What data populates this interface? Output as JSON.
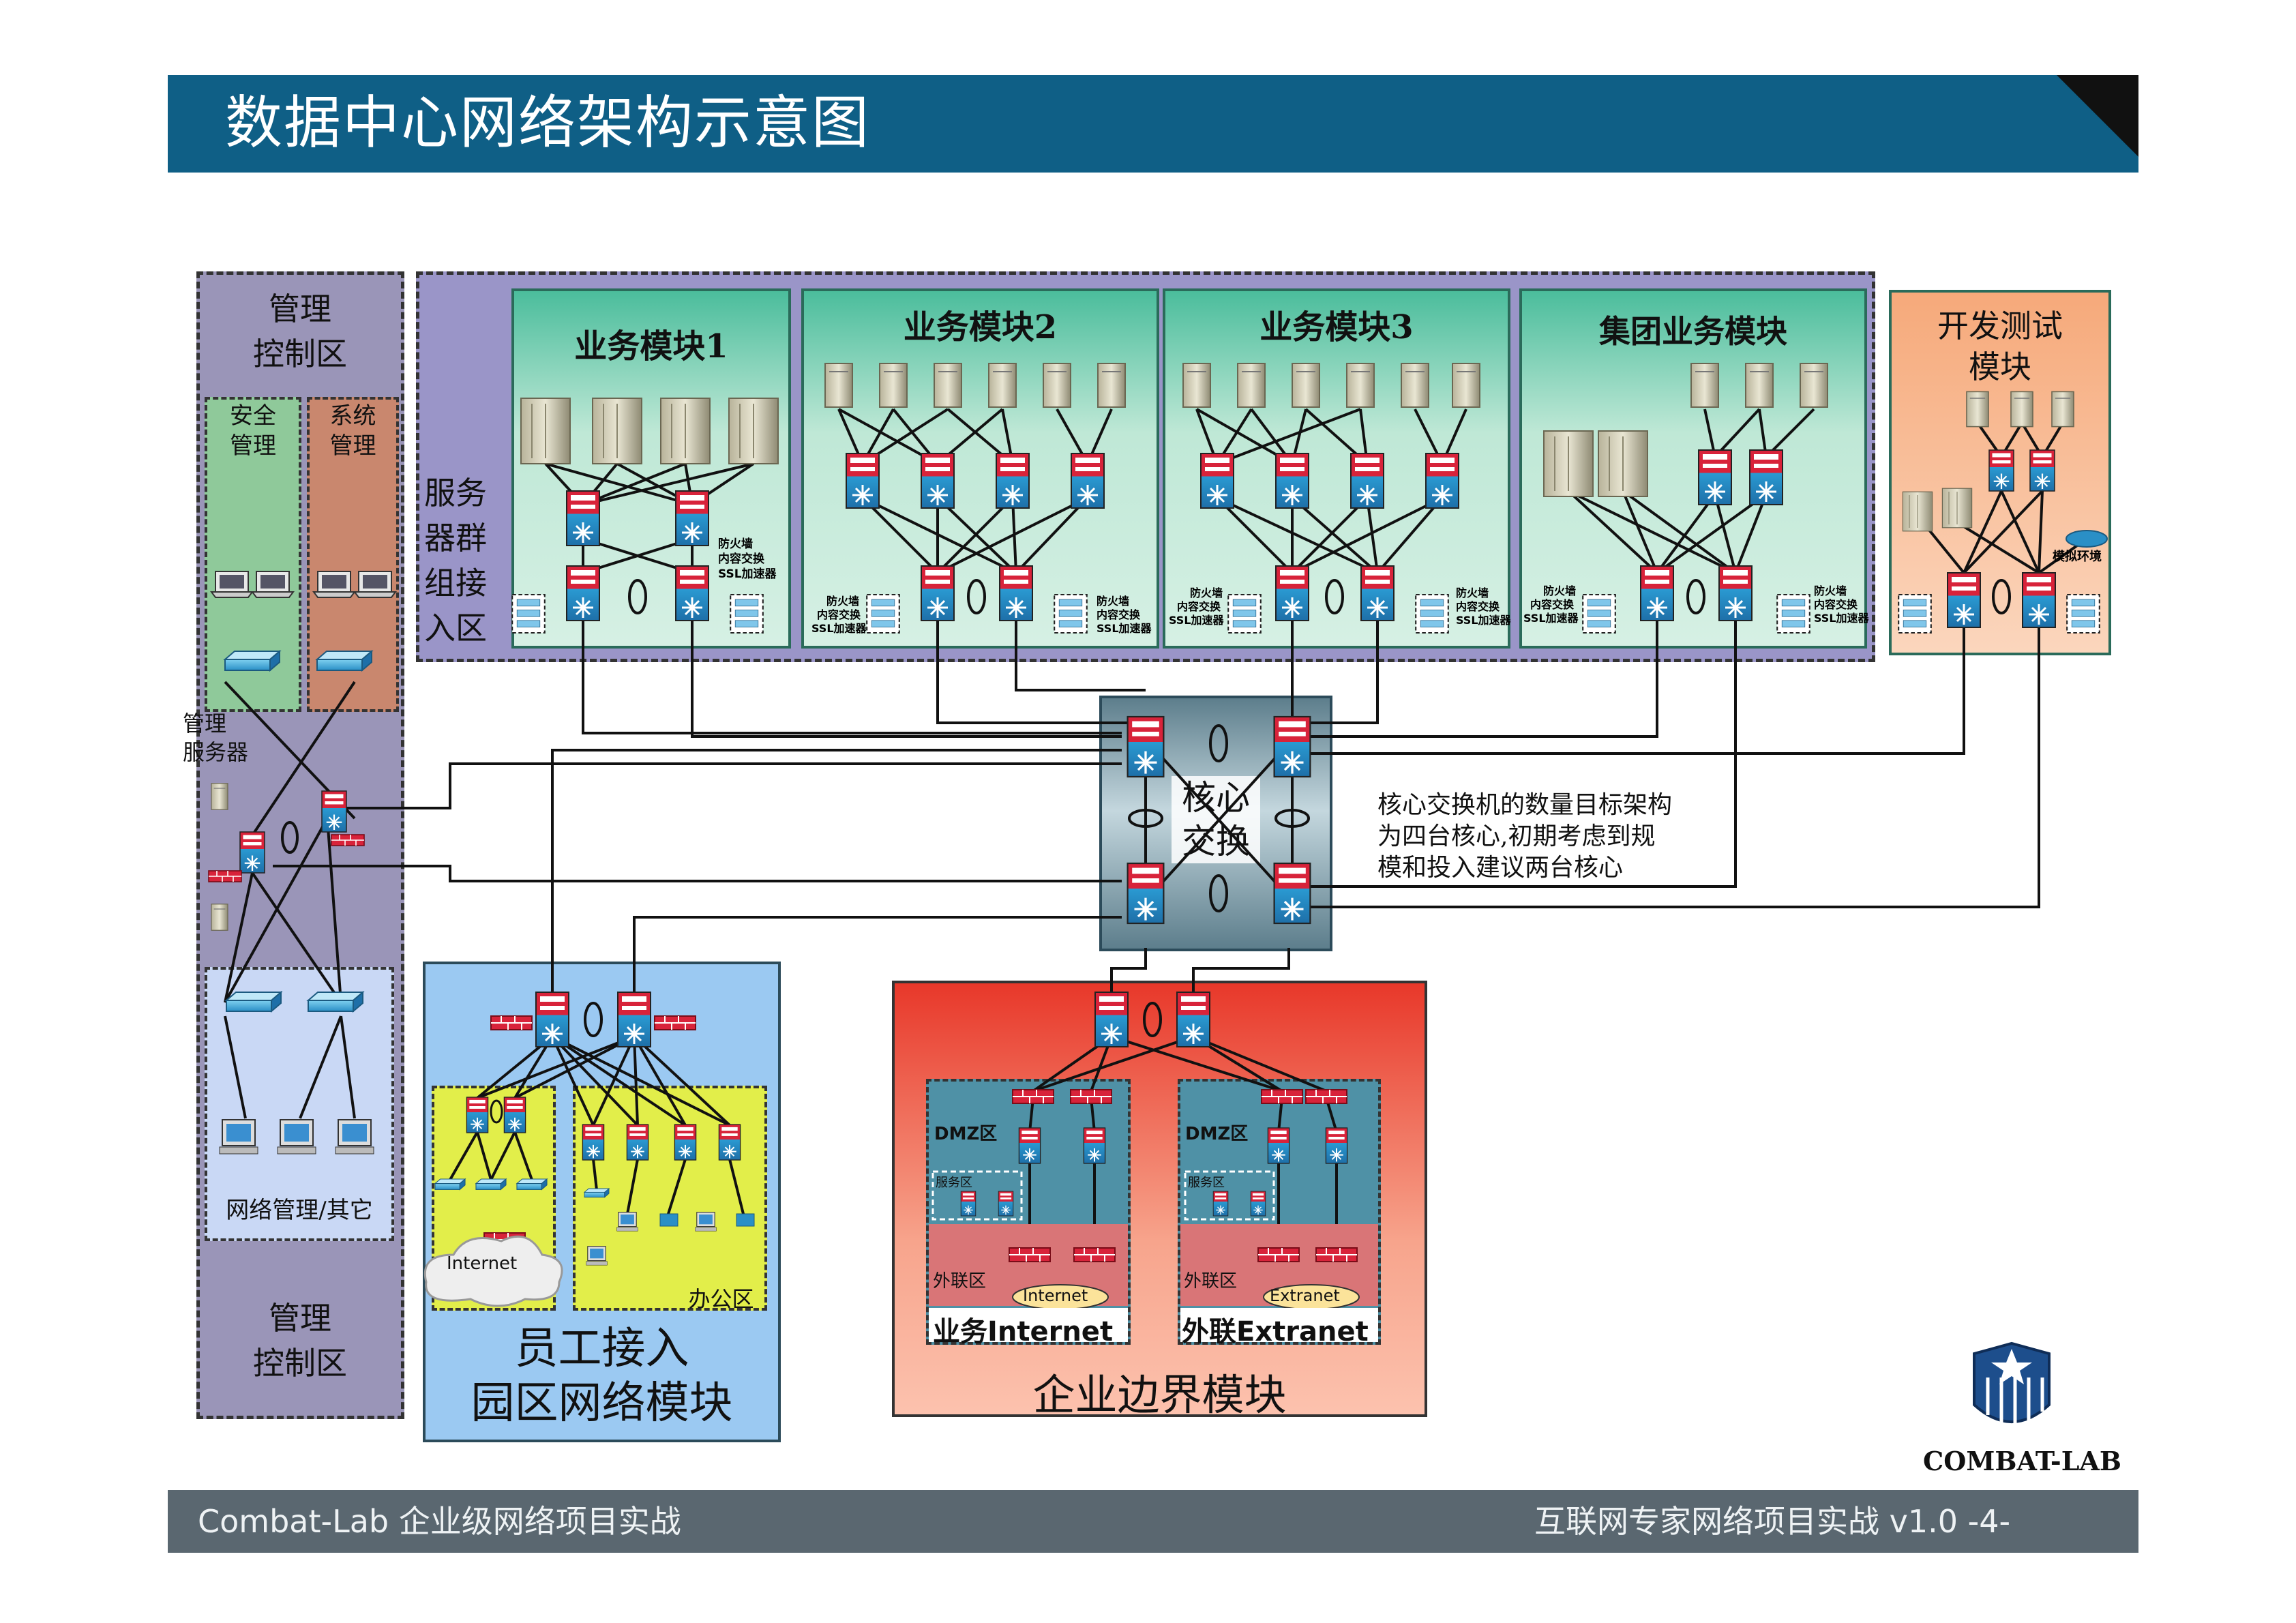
{
  "title": "数据中心网络架构示意图",
  "footer": {
    "left": "Combat-Lab 企业级网络项目实战",
    "right": "互联网专家网络项目实战  v1.0  -4-"
  },
  "colors": {
    "title_bar": "#0f5f86",
    "footer_bar": "#5a6770",
    "module_green": "#4bbd9c",
    "dev_orange": "#f6a97a",
    "edge_red": "#e8382a",
    "campus_blue": "#9bc9f2",
    "mgmt_purple": "#9a95b8"
  },
  "management": {
    "top_label": "管理\n控制区",
    "security": "安全\n管理",
    "system": "系统\n管理",
    "servers": "管理\n服务器",
    "network_mgmt": "网络管理/其它",
    "bottom_label": "管理\n控制区"
  },
  "access_zone_label": "服务\n器群\n组接\n入区",
  "modules": [
    {
      "name": "业务模块1"
    },
    {
      "name": "业务模块2"
    },
    {
      "name": "业务模块3"
    },
    {
      "name": "集团业务模块"
    }
  ],
  "dev_module": "开发测试\n模块",
  "sim_env": "模拟环境",
  "service_labels": {
    "firewall": "防火墙",
    "content_switch": "内容交换",
    "ssl": "SSL加速器"
  },
  "core": {
    "label": "核心\n交换",
    "note": "核心交换机的数量目标架构\n为四台核心,初期考虑到规\n模和投入建议两台核心"
  },
  "campus": {
    "internet_cloud": "Internet",
    "office": "办公区",
    "label": "员工接入\n园区网络模块"
  },
  "edge": {
    "label": "企业边界模块",
    "dmz": "DMZ区",
    "service_zone": "服务区",
    "extranet_zone": "外联区",
    "left_cloud": "Internet",
    "right_cloud": "Extranet",
    "left_title": "业务Internet",
    "right_title": "外联Extranet"
  },
  "logo": "COMBAT-LAB",
  "icons": [
    "server-icon",
    "switch-icon",
    "firewall-icon",
    "laptop-icon",
    "workstation-icon",
    "ip-phone-icon",
    "router-icon",
    "cloud-icon",
    "shield-logo-icon"
  ]
}
